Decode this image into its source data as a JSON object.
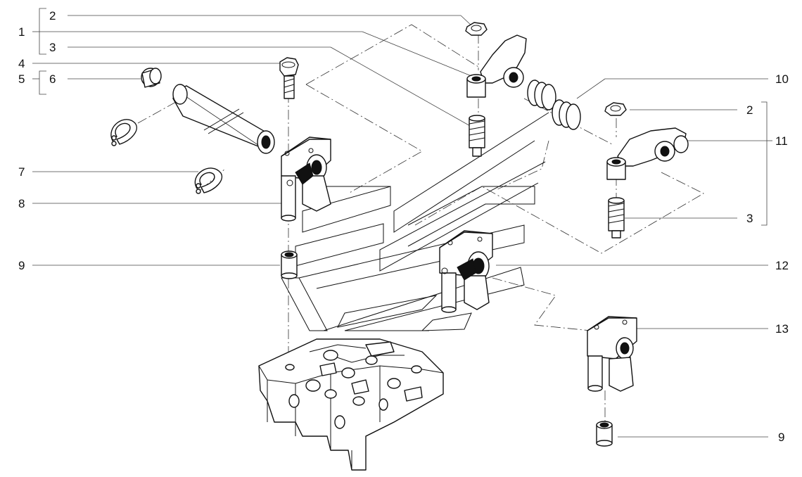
{
  "labels": {
    "l1": "1",
    "l2a": "2",
    "l3a": "3",
    "l4": "4",
    "l5": "5",
    "l6": "6",
    "l7": "7",
    "l8": "8",
    "l9a": "9",
    "l10": "10",
    "l2b": "2",
    "l11": "11",
    "l3b": "3",
    "l12": "12",
    "l13": "13",
    "l9b": "9"
  }
}
